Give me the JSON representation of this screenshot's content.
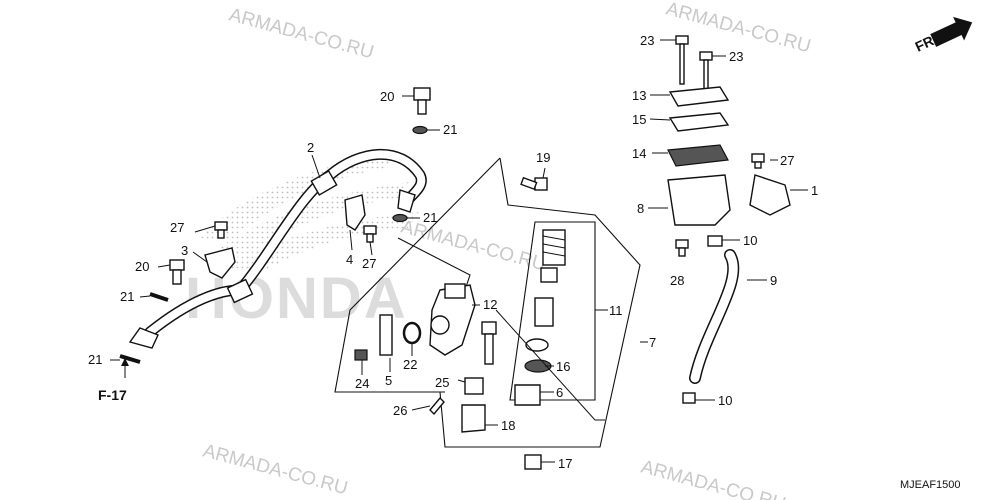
{
  "watermark": "ARMADA-CO.RU",
  "brand_text": "HONDA",
  "direction_label": "FR.",
  "page_ref": "F-17",
  "diagram_code": "MJEAF1500",
  "callouts": {
    "p1": "1",
    "p2": "2",
    "p3": "3",
    "p4": "4",
    "p5": "5",
    "p6": "6",
    "p7": "7",
    "p8": "8",
    "p9": "9",
    "p10a": "10",
    "p10b": "10",
    "p11": "11",
    "p12": "12",
    "p13": "13",
    "p14": "14",
    "p15": "15",
    "p16": "16",
    "p17": "17",
    "p18": "18",
    "p19": "19",
    "p20a": "20",
    "p20b": "20",
    "p21a": "21",
    "p21b": "21",
    "p21c": "21",
    "p21d": "21",
    "p22": "22",
    "p23a": "23",
    "p23b": "23",
    "p24": "24",
    "p25": "25",
    "p26": "26",
    "p27a": "27",
    "p27b": "27",
    "p27c": "27",
    "p28": "28"
  }
}
